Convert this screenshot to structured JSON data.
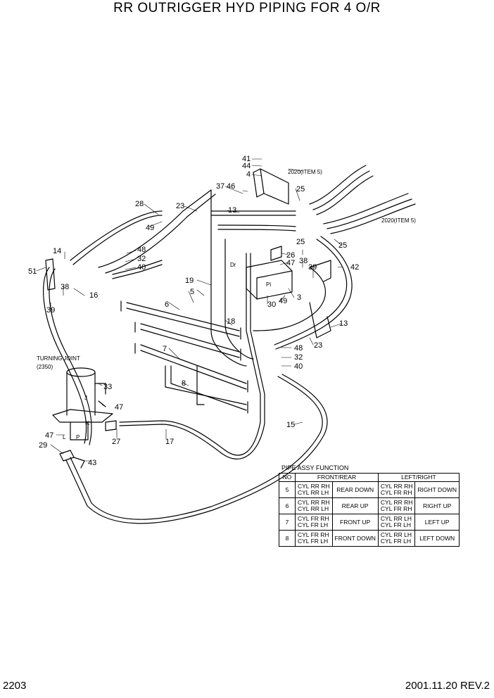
{
  "title": "RR OUTRIGGER HYD PIPING FOR 4 O/R",
  "page_number": "2203",
  "revision": "2001.11.20  REV.2",
  "part_labels": [
    "41",
    "44",
    "4",
    "46",
    "37",
    "2020(ITEM 5)",
    "25",
    "28",
    "23",
    "13",
    "49",
    "2020(ITEM 5)",
    "48",
    "32",
    "40",
    "25",
    "25",
    "14",
    "26",
    "47",
    "Dr",
    "38",
    "42",
    "51",
    "39",
    "38",
    "16",
    "Pi",
    "5",
    "19",
    "39",
    "30",
    "49",
    "3",
    "6",
    "18",
    "13",
    "23",
    "48",
    "7",
    "32",
    "40",
    "TURNING JOINT",
    "(2350)",
    "8",
    "33",
    "J",
    "47",
    "K",
    "15",
    "47",
    "L",
    "P",
    "27",
    "17",
    "29",
    "43"
  ],
  "table": {
    "caption": "PIPE ASSY FUNCTION",
    "headers": [
      "NO",
      "FRONT/REAR",
      "LEFT/RIGHT"
    ],
    "rows": [
      {
        "no": "5",
        "fr_cyl1": "CYL RR RH",
        "fr_cyl2": "CYL RR LH",
        "fr_fn": "REAR DOWN",
        "lr_cyl1": "CYL RR RH",
        "lr_cyl2": "CYL FR RH",
        "lr_fn": "RIGHT DOWN"
      },
      {
        "no": "6",
        "fr_cyl1": "CYL RR RH",
        "fr_cyl2": "CYL RR LH",
        "fr_fn": "REAR UP",
        "lr_cyl1": "CYL RR RH",
        "lr_cyl2": "CYL FR RH",
        "lr_fn": "RIGHT UP"
      },
      {
        "no": "7",
        "fr_cyl1": "CYL FR RH",
        "fr_cyl2": "CYL FR LH",
        "fr_fn": "FRONT UP",
        "lr_cyl1": "CYL RR LH",
        "lr_cyl2": "CYL FR LH",
        "lr_fn": "LEFT UP"
      },
      {
        "no": "8",
        "fr_cyl1": "CYL FR RH",
        "fr_cyl2": "CYL FR LH",
        "fr_fn": "FRONT DOWN",
        "lr_cyl1": "CYL RR LH",
        "lr_cyl2": "CYL FR LH",
        "lr_fn": "LEFT DOWN"
      }
    ]
  }
}
